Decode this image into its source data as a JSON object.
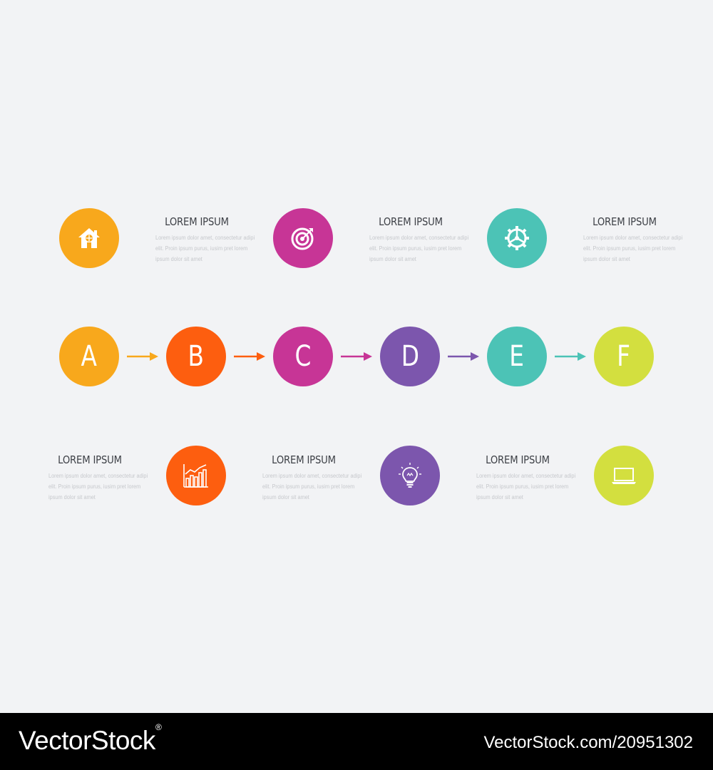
{
  "colors": {
    "orange": "#f8a81c",
    "red_orange": "#fd5e0f",
    "magenta": "#c73596",
    "purple": "#7c56ad",
    "teal": "#4cc3b6",
    "lime": "#d3df3f",
    "background": "#f2f3f5"
  },
  "steps": [
    {
      "letter": "A",
      "color": "#f8a81c"
    },
    {
      "letter": "B",
      "color": "#fd5e0f"
    },
    {
      "letter": "C",
      "color": "#c73596"
    },
    {
      "letter": "D",
      "color": "#7c56ad"
    },
    {
      "letter": "E",
      "color": "#4cc3b6"
    },
    {
      "letter": "F",
      "color": "#d3df3f"
    }
  ],
  "top_items": [
    {
      "icon": "house-icon",
      "title": "LOREM IPSUM",
      "body": [
        "Lorem ipsum dolor amet, consectetur adipi",
        "elit. Proin ipsum purus, iusim pret lorem",
        "ipsum dolor sit amet"
      ]
    },
    {
      "icon": "target-icon",
      "title": "LOREM IPSUM",
      "body": [
        "Lorem ipsum dolor amet, consectetur adipi",
        "elit. Proin ipsum purus, iusim pret lorem",
        "ipsum dolor sit amet"
      ]
    },
    {
      "icon": "gear-icon",
      "title": "LOREM IPSUM",
      "body": [
        "Lorem ipsum dolor amet, consectetur adipi",
        "elit. Proin ipsum purus, iusim pret lorem",
        "ipsum dolor sit amet"
      ]
    }
  ],
  "bottom_items": [
    {
      "icon": "bar-chart-icon",
      "title": "LOREM IPSUM",
      "body": [
        "Lorem ipsum dolor amet, consectetur adipi",
        "elit. Proin ipsum purus, iusim pret lorem",
        "ipsum dolor sit amet"
      ]
    },
    {
      "icon": "lightbulb-icon",
      "title": "LOREM IPSUM",
      "body": [
        "Lorem ipsum dolor amet, consectetur adipi",
        "elit. Proin ipsum purus, iusim pret lorem",
        "ipsum dolor sit amet"
      ]
    },
    {
      "icon": "laptop-icon",
      "title": "LOREM IPSUM",
      "body": [
        "Lorem ipsum dolor amet, consectetur adipi",
        "elit. Proin ipsum purus, iusim pret lorem",
        "ipsum dolor sit amet"
      ]
    }
  ],
  "footer": {
    "brand": "VectorStock",
    "registered": "®",
    "url_id": "VectorStock.com/20951302"
  }
}
